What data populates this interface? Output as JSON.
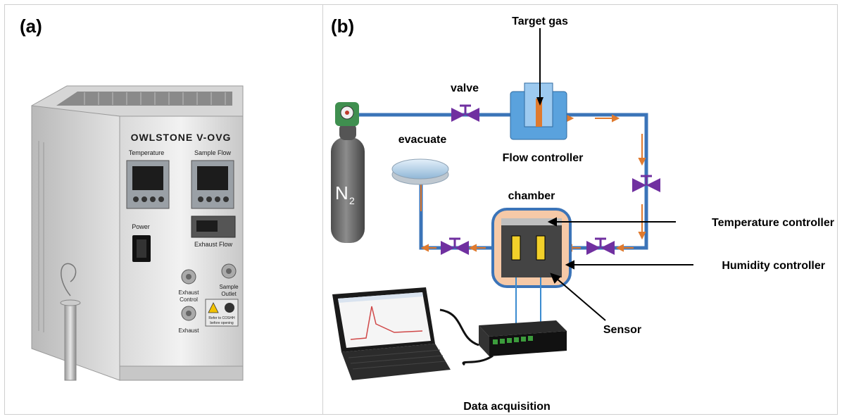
{
  "panel_a": {
    "letter": "(a)",
    "device": {
      "brand": "OWLSTONE V-OVG",
      "temperature_label": "Temperature",
      "sample_flow_label": "Sample Flow",
      "power_label": "Power",
      "exhaust_flow_label": "Exhaust Flow",
      "exhaust_control_label_1": "Exhaust",
      "exhaust_control_label_2": "Control",
      "sample_outlet_label_1": "Sample",
      "sample_outlet_label_2": "Outlet",
      "exhaust_label": "Exhaust",
      "warning_line_1": "Refer to COSHH",
      "warning_line_2": "before opening"
    }
  },
  "panel_b": {
    "letter": "(b)",
    "labels": {
      "target_gas": "Target gas",
      "valve": "valve",
      "evacuate": "evacuate",
      "flow_controller": "Flow controller",
      "chamber": "chamber",
      "temperature_controller": "Temperature controller",
      "humidity_controller": "Humidity controller",
      "sensor": "Sensor",
      "data_acquisition": "Data acquisition",
      "cylinder": "N",
      "cylinder_subscript": "2"
    },
    "colors": {
      "pipe": "#3b74b8",
      "flow_arrow": "#e07a2e",
      "valve": "#7030a0",
      "chamber_outer": "#f6c9a7",
      "chamber_inner": "#444444",
      "sensor_element": "#f2d02a",
      "flow_box": "#5aa2dd",
      "cylinder": "#6b6b6b"
    }
  }
}
